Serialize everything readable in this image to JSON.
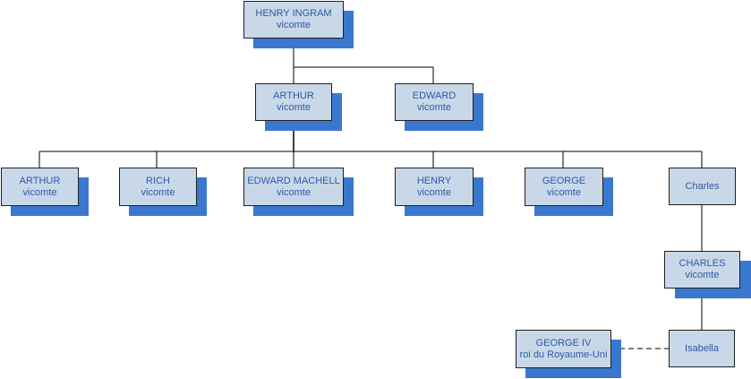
{
  "diagram": {
    "type": "family-tree",
    "colors": {
      "box_fill": "#c9d8e8",
      "box_border": "#1f1f1f",
      "shadow": "#3a78d0",
      "text": "#2c5aa8",
      "connector": "#000000"
    },
    "nodes": {
      "henry_ingram": {
        "name": "HENRY INGRAM",
        "title": "vicomte"
      },
      "arthur_gen2": {
        "name": "ARTHUR",
        "title": "vicomte"
      },
      "edward_gen2": {
        "name": "EDWARD",
        "title": "vicomte"
      },
      "arthur_gen3": {
        "name": "ARTHUR",
        "title": "vicomte"
      },
      "rich": {
        "name": "RICH",
        "title": "vicomte"
      },
      "edward_machell": {
        "name": "EDWARD MACHELL",
        "title": "vicomte"
      },
      "henry": {
        "name": "HENRY",
        "title": "vicomte"
      },
      "george": {
        "name": "GEORGE",
        "title": "vicomte"
      },
      "charles_gen3": {
        "name": "Charles"
      },
      "charles_gen4": {
        "name": "CHARLES",
        "title": "vicomte"
      },
      "isabella": {
        "name": "Isabella"
      },
      "george_iv": {
        "name": "GEORGE IV",
        "title": "roi du Royaume-Uni"
      }
    }
  }
}
